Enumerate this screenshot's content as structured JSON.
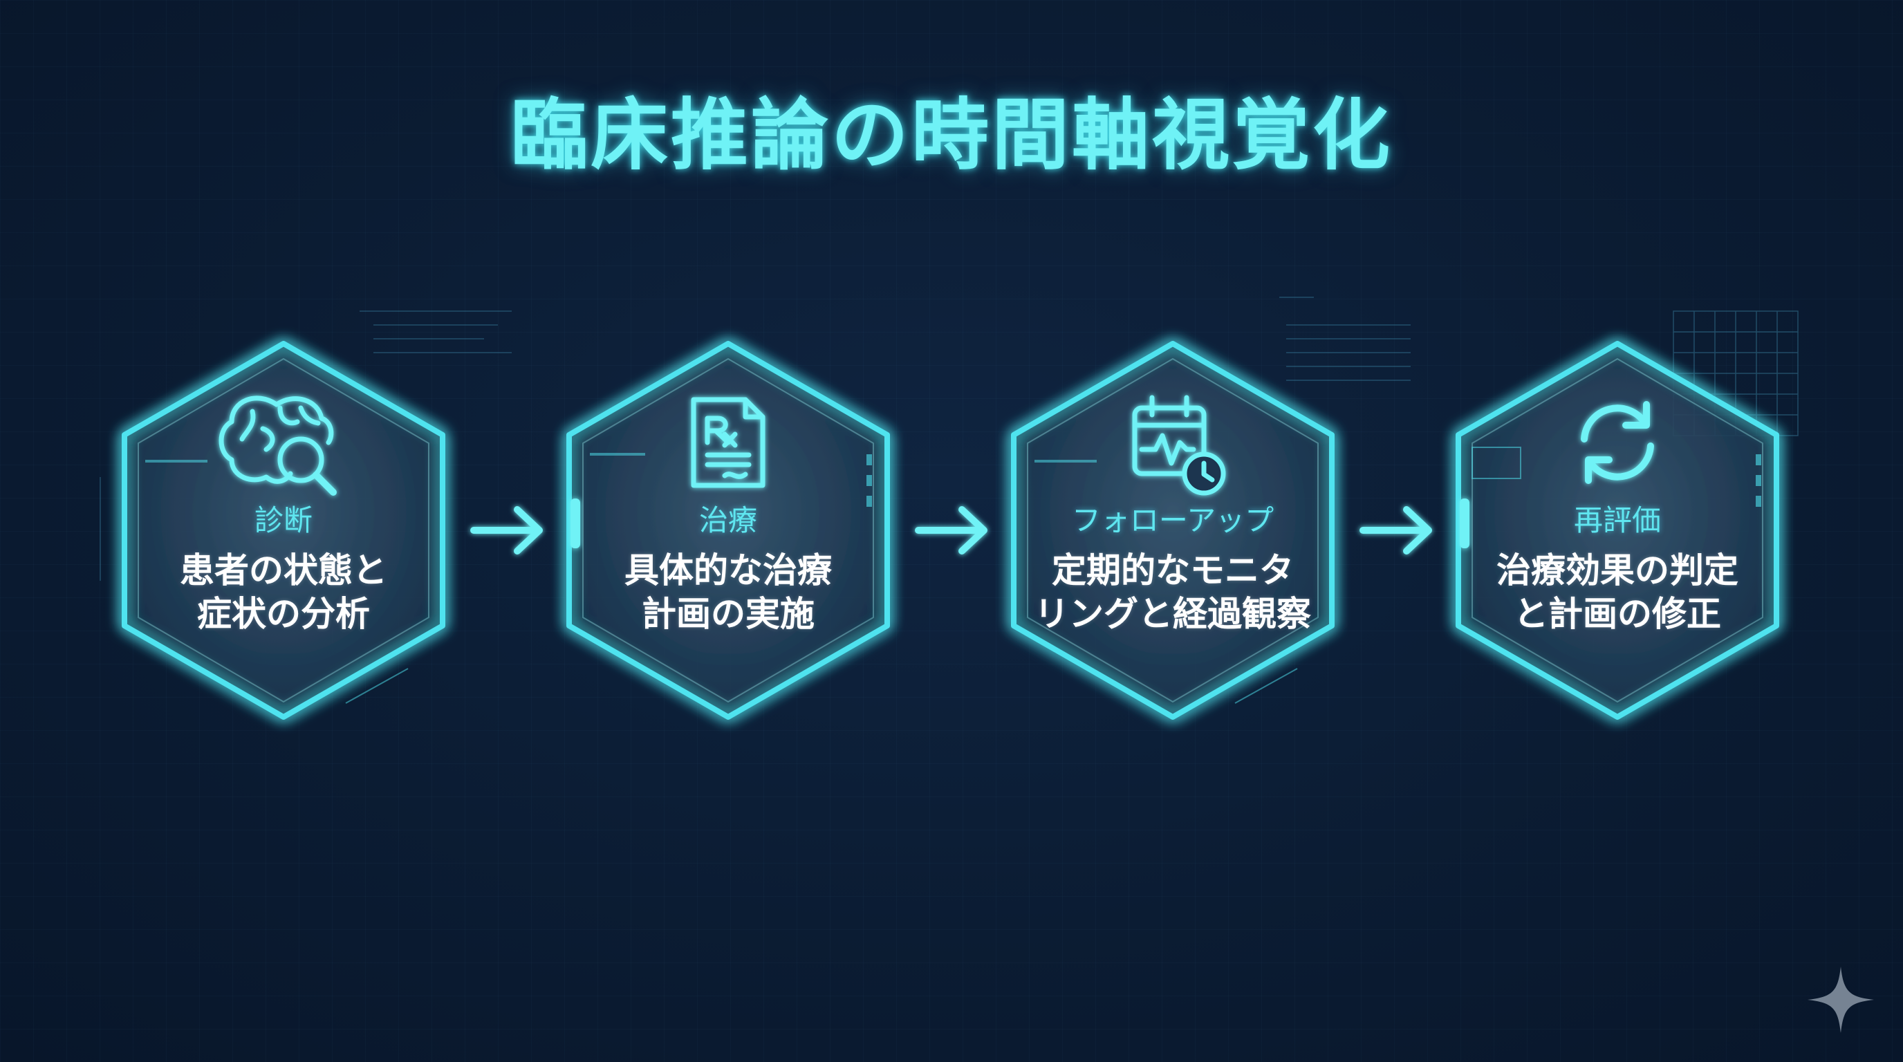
{
  "title": "臨床推論の時間軸視覚化",
  "colors": {
    "background": "#0b1c33",
    "accent": "#4fe3ef",
    "text": "#ffffff"
  },
  "steps": [
    {
      "category": "診断",
      "line1": "患者の状態と",
      "line2": "症状の分析",
      "icon": "brain-search-icon"
    },
    {
      "category": "治療",
      "line1": "具体的な治療",
      "line2": "計画の実施",
      "icon": "prescription-icon"
    },
    {
      "category": "フォローアップ",
      "line1": "定期的なモニタ",
      "line2": "リングと経過観察",
      "icon": "calendar-monitor-icon"
    },
    {
      "category": "再評価",
      "line1": "治療効果の判定",
      "line2": "と計画の修正",
      "icon": "refresh-cycle-icon"
    }
  ]
}
